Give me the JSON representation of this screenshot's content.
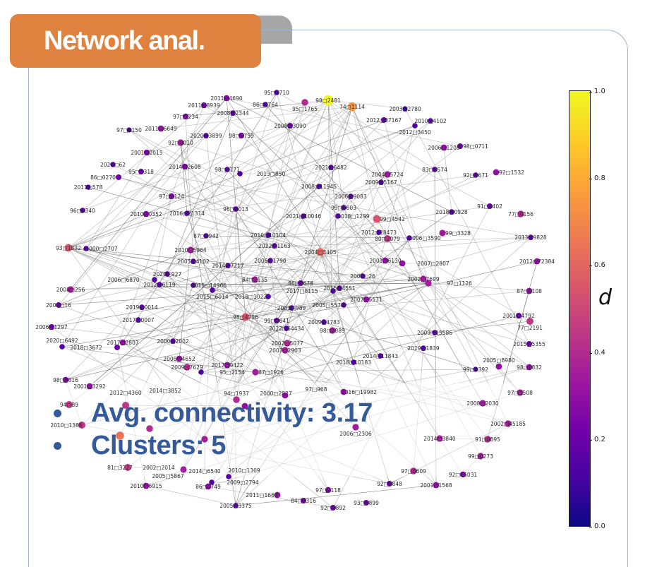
{
  "header": {
    "title": "Network anal."
  },
  "bullets": [
    {
      "text": "Avg. connectivity: 3.17"
    },
    {
      "text": "Clusters: 5"
    }
  ],
  "chart_data": {
    "type": "network",
    "colorbar": {
      "label": "d",
      "ticks": [
        "0.0",
        "0.2",
        "0.4",
        "0.6",
        "0.8",
        "1.0"
      ],
      "range": [
        0,
        1
      ],
      "colormap": "plasma"
    },
    "nodes": [
      {
        "label": "2011□4690",
        "d": 0.25
      },
      {
        "label": "95□0710",
        "d": 0.15
      },
      {
        "label": "86□0764",
        "d": 0.15
      },
      {
        "label": "2011□8939",
        "d": 0.2
      },
      {
        "label": "2008□2344",
        "d": 0.15
      },
      {
        "label": "97□1234",
        "d": 0.25
      },
      {
        "label": "2008□3090",
        "d": 0.2
      },
      {
        "label": "98□2481",
        "d": 1.0
      },
      {
        "label": "95□1765",
        "d": 0.4
      },
      {
        "label": "74□1114",
        "d": 0.75
      },
      {
        "label": "2003□2780",
        "d": 0.1
      },
      {
        "label": "2012□07167",
        "d": 0.2
      },
      {
        "label": "2010□4102",
        "d": 0.15
      },
      {
        "label": "2012□3450",
        "d": 0.15
      },
      {
        "label": "97□1150",
        "d": 0.1
      },
      {
        "label": "2011□6649",
        "d": 0.3
      },
      {
        "label": "2020□3899",
        "d": 0.15
      },
      {
        "label": "98□0759",
        "d": 0.25
      },
      {
        "label": "92□0010",
        "d": 0.35
      },
      {
        "label": "2001□2015",
        "d": 0.25
      },
      {
        "label": "2021□62",
        "d": 0.15
      },
      {
        "label": "2014□2608",
        "d": 0.25
      },
      {
        "label": "98□2171",
        "d": 0.15
      },
      {
        "label": "2013□850",
        "d": 0.15
      },
      {
        "label": "95□1318",
        "d": 0.2
      },
      {
        "label": "86□0270",
        "d": 0.2
      },
      {
        "label": "2011□578",
        "d": 0.1
      },
      {
        "label": "97□0124",
        "d": 0.25
      },
      {
        "label": "96□0340",
        "d": 0.15
      },
      {
        "label": "2010□0352",
        "d": 0.25
      },
      {
        "label": "2016□21314",
        "d": 0.15
      },
      {
        "label": "96□0013",
        "d": 0.15
      },
      {
        "label": "2021□6482",
        "d": 0.15
      },
      {
        "label": "2004□5724",
        "d": 0.35
      },
      {
        "label": "2009□5167",
        "d": 0.15
      },
      {
        "label": "2008□11945",
        "d": 0.15
      },
      {
        "label": "2006□9083",
        "d": 0.15
      },
      {
        "label": "99□0603",
        "d": 0.15
      },
      {
        "label": "2021□10046",
        "d": 0.15
      },
      {
        "label": "2018□1299",
        "d": 0.15
      },
      {
        "label": "99□4542",
        "d": 0.55
      },
      {
        "label": "83□0574",
        "d": 0.15
      },
      {
        "label": "2006□1208",
        "d": 0.3
      },
      {
        "label": "98□0711",
        "d": 0.2
      },
      {
        "label": "92□0671",
        "d": 0.15
      },
      {
        "label": "92□1532",
        "d": 0.3
      },
      {
        "label": "2018□0928",
        "d": 0.15
      },
      {
        "label": "91□0402",
        "d": 0.2
      },
      {
        "label": "77□0156",
        "d": 0.4
      },
      {
        "label": "2013□9828",
        "d": 0.15
      },
      {
        "label": "2012□72384",
        "d": 0.3
      },
      {
        "label": "2012□28473",
        "d": 0.15
      },
      {
        "label": "80□2979",
        "d": 0.45
      },
      {
        "label": "2006□3590",
        "d": 0.15
      },
      {
        "label": "99□3328",
        "d": 0.35
      },
      {
        "label": "2004□3405",
        "d": 0.6
      },
      {
        "label": "2001□6130",
        "d": 0.3
      },
      {
        "label": "2007□2807",
        "d": 0.3
      },
      {
        "label": "2007□26",
        "d": 0.15
      },
      {
        "label": "2002□7699",
        "d": 0.35
      },
      {
        "label": "97□1126",
        "d": 0.35
      },
      {
        "label": "87□0108",
        "d": 0.3
      },
      {
        "label": "2001□4792",
        "d": 0.2
      },
      {
        "label": "77□2191",
        "d": 0.45
      },
      {
        "label": "2015□5355",
        "d": 0.2
      },
      {
        "label": "98□0832",
        "d": 0.3
      },
      {
        "label": "99□0392",
        "d": 0.1
      },
      {
        "label": "2005□8980",
        "d": 0.3
      },
      {
        "label": "2009□15586",
        "d": 0.15
      },
      {
        "label": "2019□1839",
        "d": 0.15
      },
      {
        "label": "2014□11843",
        "d": 0.15
      },
      {
        "label": "2018□10183",
        "d": 0.15
      },
      {
        "label": "2015□4551",
        "d": 0.15
      },
      {
        "label": "2017□8115",
        "d": 0.15
      },
      {
        "label": "86□0678",
        "d": 0.2
      },
      {
        "label": "2007□5531",
        "d": 0.3
      },
      {
        "label": "2005□5578",
        "d": 0.15
      },
      {
        "label": "2003□989",
        "d": 0.15
      },
      {
        "label": "2009□4783",
        "d": 0.15
      },
      {
        "label": "98□2889",
        "d": 0.35
      },
      {
        "label": "2022□64434",
        "d": 0.15
      },
      {
        "label": "99□0641",
        "d": 0.2
      },
      {
        "label": "98□4716",
        "d": 0.55
      },
      {
        "label": "2002□5077",
        "d": 0.4
      },
      {
        "label": "2003□2903",
        "d": 0.35
      },
      {
        "label": "2018□10225",
        "d": 0.15
      },
      {
        "label": "84□2135",
        "d": 0.35
      },
      {
        "label": "2006□1790",
        "d": 0.15
      },
      {
        "label": "2014□7217",
        "d": 0.15
      },
      {
        "label": "2022□1163",
        "d": 0.15
      },
      {
        "label": "2010□10104",
        "d": 0.15
      },
      {
        "label": "87□0942",
        "d": 0.15
      },
      {
        "label": "2010□5964",
        "d": 0.35
      },
      {
        "label": "2005□4102",
        "d": 0.15
      },
      {
        "label": "93□1832",
        "d": 0.55
      },
      {
        "label": "2000□2707",
        "d": 0.15
      },
      {
        "label": "2020□927",
        "d": 0.15
      },
      {
        "label": "2006□6870",
        "d": 0.15
      },
      {
        "label": "2012□6119",
        "d": 0.15
      },
      {
        "label": "2015□14966",
        "d": 0.15
      },
      {
        "label": "2015□6014",
        "d": 0.15
      },
      {
        "label": "2008□256",
        "d": 0.35
      },
      {
        "label": "2002□16",
        "d": 0.2
      },
      {
        "label": "2019□0014",
        "d": 0.15
      },
      {
        "label": "2017□0007",
        "d": 0.15
      },
      {
        "label": "2006□1297",
        "d": 0.2
      },
      {
        "label": "2017□2807",
        "d": 0.3
      },
      {
        "label": "2018□3672",
        "d": 0.2
      },
      {
        "label": "2020□6492",
        "d": 0.15
      },
      {
        "label": "2000□2002",
        "d": 0.15
      },
      {
        "label": "2006□4652",
        "d": 0.3
      },
      {
        "label": "2009□7629",
        "d": 0.4
      },
      {
        "label": "95□2154",
        "d": 0.15
      },
      {
        "label": "2017□9422",
        "d": 0.3
      },
      {
        "label": "87□1926",
        "d": 0.35
      },
      {
        "label": "98□8816",
        "d": 0.25
      },
      {
        "label": "2001□3292",
        "d": 0.3
      },
      {
        "label": "94□89",
        "d": 0.45
      },
      {
        "label": "2012□4360",
        "d": 0.45
      },
      {
        "label": "94□1937",
        "d": 0.4
      },
      {
        "label": "2000□2927",
        "d": 0.3
      },
      {
        "label": "97□968",
        "d": 0.3
      },
      {
        "label": "2016□19982",
        "d": 0.3
      },
      {
        "label": "2010□1388",
        "d": 0.45
      },
      {
        "label": "81□3227",
        "d": 0.65
      },
      {
        "label": "2014□3852",
        "d": 0.4
      },
      {
        "label": "2014□6540",
        "d": 0.35
      },
      {
        "label": "2006□2306",
        "d": 0.35
      },
      {
        "label": "2008□2030",
        "d": 0.35
      },
      {
        "label": "2002□45185",
        "d": 0.35
      },
      {
        "label": "2014□3840",
        "d": 0.35
      },
      {
        "label": "91□0895",
        "d": 0.4
      },
      {
        "label": "99□0273",
        "d": 0.35
      },
      {
        "label": "97□1508",
        "d": 0.35
      },
      {
        "label": "97□0609",
        "d": 0.4
      },
      {
        "label": "92□15031",
        "d": 0.25
      },
      {
        "label": "2001□1568",
        "d": 0.3
      },
      {
        "label": "92□0848",
        "d": 0.2
      },
      {
        "label": "97□0118",
        "d": 0.25
      },
      {
        "label": "93□0899",
        "d": 0.2
      },
      {
        "label": "92□0892",
        "d": 0.2
      },
      {
        "label": "84□2316",
        "d": 0.2
      },
      {
        "label": "2011□1669",
        "d": 0.3
      },
      {
        "label": "2005□3375",
        "d": 0.15
      },
      {
        "label": "2010□6915",
        "d": 0.3
      },
      {
        "label": "86□0749",
        "d": 0.3
      },
      {
        "label": "2009□2794",
        "d": 0.15
      },
      {
        "label": "2010□1309",
        "d": 0.15
      },
      {
        "label": "2002□2014",
        "d": 0.45
      },
      {
        "label": "2005□5867",
        "d": 0.35
      }
    ]
  }
}
